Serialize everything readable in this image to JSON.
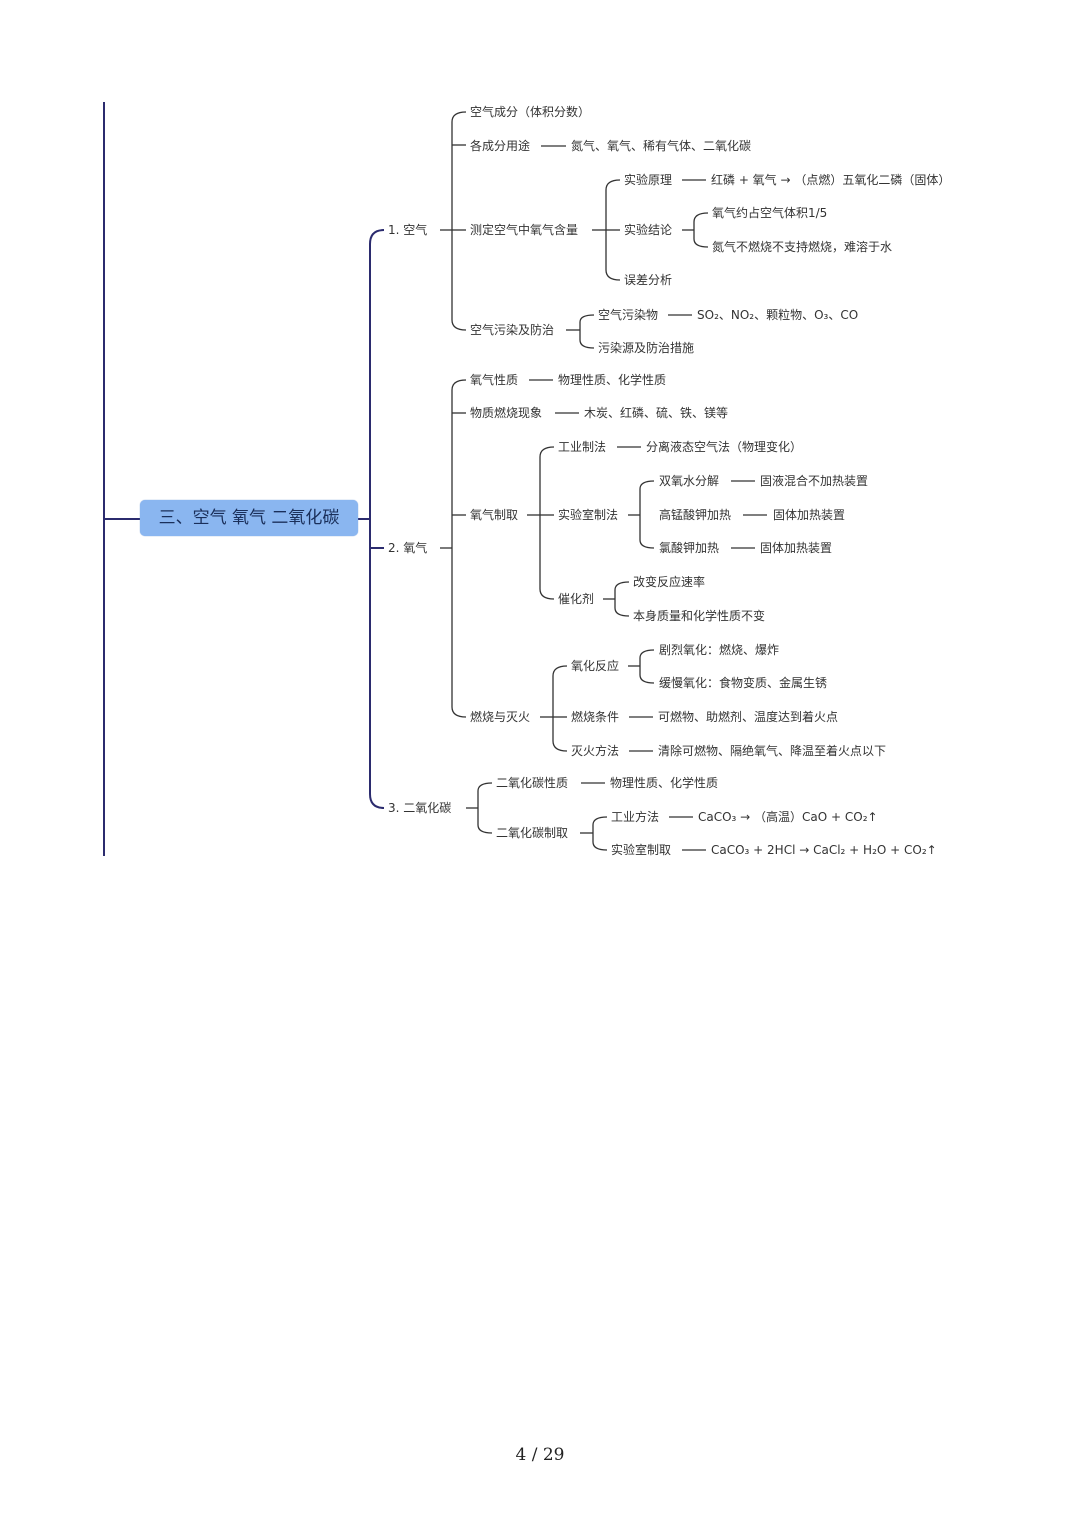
{
  "root": "三、空气 氧气 二氧化碳",
  "air": {
    "label": "1. 空气",
    "composition": "空气成分（体积分数）",
    "uses": "各成分用途",
    "uses_detail": "氮气、氧气、稀有气体、二氧化碳",
    "measure": "测定空气中氧气含量",
    "principle": "实验原理",
    "principle_detail": "红磷 + 氧气 → （点燃）五氧化二磷（固体）",
    "conclusion": "实验结论",
    "conclusion_1": "氧气约占空气体积1/5",
    "conclusion_2": "氮气不燃烧不支持燃烧，难溶于水",
    "error": "误差分析",
    "pollution": "空气污染及防治",
    "pollutants": "空气污染物",
    "pollutants_detail": "SO₂、NO₂、颗粒物、O₃、CO",
    "sources": "污染源及防治措施"
  },
  "oxygen": {
    "label": "2. 氧气",
    "properties": "氧气性质",
    "properties_detail": "物理性质、化学性质",
    "burning": "物质燃烧现象",
    "burning_detail": "木炭、红磷、硫、铁、镁等",
    "prep": "氧气制取",
    "industrial": "工业制法",
    "industrial_detail": "分离液态空气法（物理变化）",
    "lab": "实验室制法",
    "lab_h2o2": "双氧水分解",
    "lab_h2o2_detail": "固液混合不加热装置",
    "lab_kmno4": "高锰酸钾加热",
    "lab_kmno4_detail": "固体加热装置",
    "lab_kclo3": "氯酸钾加热",
    "lab_kclo3_detail": "固体加热装置",
    "catalyst": "催化剂",
    "catalyst_1": "改变反应速率",
    "catalyst_2": "本身质量和化学性质不变",
    "combustion": "燃烧与灭火",
    "oxidation": "氧化反应",
    "oxidation_1": "剧烈氧化：燃烧、爆炸",
    "oxidation_2": "缓慢氧化：食物变质、金属生锈",
    "conditions": "燃烧条件",
    "conditions_detail": "可燃物、助燃剂、温度达到着火点",
    "extinguish": "灭火方法",
    "extinguish_detail": "清除可燃物、隔绝氧气、降温至着火点以下"
  },
  "co2": {
    "label": "3. 二氧化碳",
    "properties": "二氧化碳性质",
    "properties_detail": "物理性质、化学性质",
    "prep": "二氧化碳制取",
    "industrial": "工业方法",
    "industrial_detail": "CaCO₃ → （高温）CaO + CO₂↑",
    "lab": "实验室制取",
    "lab_detail": "CaCO₃ + 2HCl → CaCl₂ + H₂O + CO₂↑"
  },
  "page_number": "4 / 29"
}
